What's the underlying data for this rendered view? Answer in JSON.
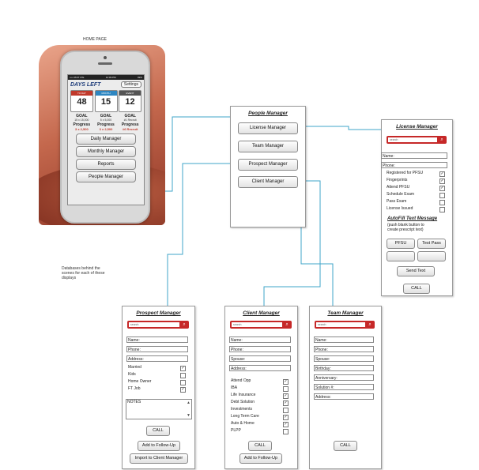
{
  "home_caption": "HOME PAGE",
  "databases_note": [
    "Databases behind the",
    "scenes for each of these",
    "displays"
  ],
  "phone": {
    "status_left": "•••• AT&T LTE",
    "status_mid": "12:09 PM",
    "status_right": "99%",
    "days_left": "DAYS LEFT",
    "settings": "Settings",
    "calendars": [
      {
        "header": "TO DAY",
        "value": "48",
        "color": "#c0392b"
      },
      {
        "header": "MONTH",
        "value": "15",
        "color": "#2e86c1"
      },
      {
        "header": "EVENT",
        "value": "12",
        "color": "#555555"
      }
    ],
    "goals": [
      {
        "label": "GOAL",
        "detail": "15 x 15,000",
        "progress": "Progress",
        "progress_value": "3 x 2,500"
      },
      {
        "label": "GOAL",
        "detail": "5 x 5,000",
        "progress": "Progress",
        "progress_value": "3 x 2,500"
      },
      {
        "label": "GOAL",
        "detail": "#1 Recruit",
        "progress": "Progress",
        "progress_value": "#6 Recruit"
      }
    ],
    "buttons": [
      "Daily Manager",
      "Monthly Manager",
      "Reports",
      "People Manager"
    ]
  },
  "people_manager": {
    "title": "People Manager",
    "buttons": [
      "License Manager",
      "Team Manager",
      "Prospect Manager",
      "Client Manager"
    ]
  },
  "license_manager": {
    "title": "License Manager",
    "search_placeholder": "search",
    "fields": [
      "Name:",
      "Phone:"
    ],
    "checks": [
      {
        "label": "Registered for PFSU",
        "checked": true
      },
      {
        "label": "Fingerprints",
        "checked": true
      },
      {
        "label": "Attend PFSU",
        "checked": true
      },
      {
        "label": "Schedule Exam",
        "checked": false
      },
      {
        "label": "Pass Exam",
        "checked": false
      },
      {
        "label": "License Issued",
        "checked": false
      }
    ],
    "autofill_title": "AutoFill Text Message",
    "autofill_note": [
      "(push blank button to",
      "create prescript text)"
    ],
    "pfsu": "PFSU",
    "test_pass": "Test Pass",
    "send_text": "Send Text",
    "call": "CALL"
  },
  "prospect_manager": {
    "title": "Prospect Manager",
    "search_placeholder": "search",
    "fields": [
      "Name:",
      "Phone:",
      "Address:"
    ],
    "checks": [
      {
        "label": "Married",
        "checked": true
      },
      {
        "label": "Kids",
        "checked": false
      },
      {
        "label": "Home Owner",
        "checked": false
      },
      {
        "label": "FT Job",
        "checked": true
      }
    ],
    "notes": "NOTES",
    "call": "CALL",
    "follow_up": "Add to Follow-Up",
    "import": "Import to Client Manager"
  },
  "client_manager": {
    "title": "Client Manager",
    "search_placeholder": "search",
    "fields": [
      "Name:",
      "Phone:",
      "Spouse:",
      "Address:"
    ],
    "checks": [
      {
        "label": "Attend Opp",
        "checked": true
      },
      {
        "label": "IBA",
        "checked": false
      },
      {
        "label": "Life Insurance",
        "checked": true
      },
      {
        "label": "Debt Solution",
        "checked": true
      },
      {
        "label": "Investments",
        "checked": false
      },
      {
        "label": "Long Term Care",
        "checked": true
      },
      {
        "label": "Auto & Home",
        "checked": true
      },
      {
        "label": "PLPP",
        "checked": false
      }
    ],
    "call": "CALL",
    "follow_up": "Add to Follow-Up"
  },
  "team_manager": {
    "title": "Team Manager",
    "search_placeholder": "search",
    "fields": [
      "Name:",
      "Phone:",
      "Spouse:",
      "Birthday:",
      "Anniversary:",
      "Solution #:",
      "Address:"
    ],
    "call": "CALL"
  },
  "colors": {
    "connector": "#3fa4c9",
    "search": "#c62828"
  },
  "icons": {
    "search": "magnifier-icon",
    "checkmark": "checkmark-icon"
  }
}
